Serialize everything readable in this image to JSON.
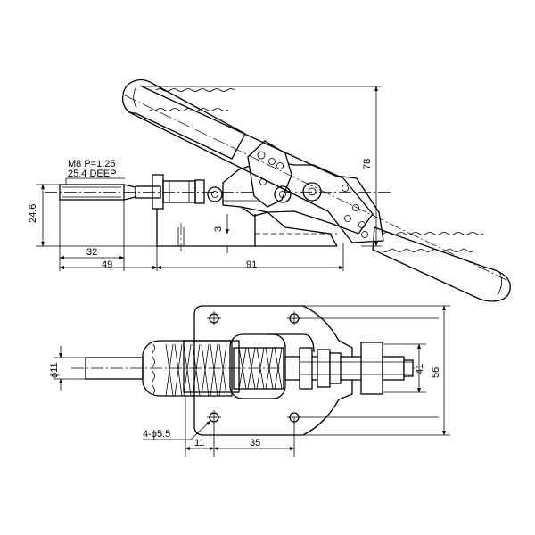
{
  "side_view": {
    "thread_note_line1": "M8 P=1.25",
    "thread_note_line2": "25.4 DEEP",
    "dim_24_6": "24.6",
    "dim_32": "32",
    "dim_49": "49",
    "dim_91": "91",
    "dim_3": "3",
    "dim_78": "78"
  },
  "top_view": {
    "dim_phi11": "ϕ11",
    "dim_holes": "4-ϕ5.5",
    "dim_11": "11",
    "dim_35": "35",
    "dim_41": "41",
    "dim_56": "56"
  },
  "colors": {
    "line": "#000000",
    "background": "#ffffff"
  }
}
